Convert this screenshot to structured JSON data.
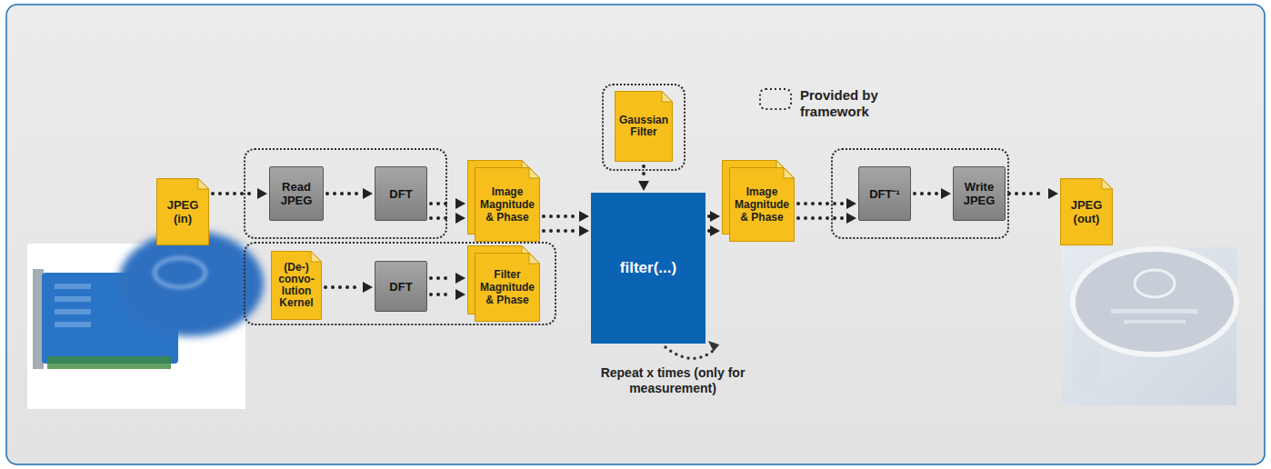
{
  "diagram": {
    "nodes": [
      {
        "text": [
          "JPEG (in)"
        ]
      },
      {
        "text": []
      },
      {
        "text": [
          "Read JPEG"
        ],
        "in": 1
      },
      {
        "text": [
          "DFT"
        ],
        "in": 1
      },
      {
        "text": [
          "Image Magnitude & Phase"
        ]
      },
      {
        "text": []
      },
      {
        "text": [
          "(De-) convo- lution Kernel"
        ],
        "in": 5
      },
      {
        "text": [
          "DFT"
        ],
        "in": 5
      },
      {
        "text": [
          "Filter Magnitude & Phase"
        ],
        "in": 5
      },
      {
        "text": []
      },
      {
        "text": [
          "Gaussian Filter"
        ],
        "in": 9
      },
      {
        "text": [
          "filter(...)"
        ]
      },
      {
        "text": [
          "Image Magnitude & Phase"
        ]
      },
      {
        "text": []
      },
      {
        "text": [
          "DFT⁻¹"
        ],
        "in": 13
      },
      {
        "text": [
          "Write JPEG"
        ],
        "in": 13
      },
      {
        "text": [
          "JPEG (out)"
        ]
      }
    ],
    "edges": [
      {
        "from": 0,
        "to": 2,
        "arrow": "to"
      },
      {
        "from": 2,
        "to": 3,
        "arrow": "to"
      },
      {
        "from": 3,
        "to": 4,
        "arrow": "to"
      },
      {
        "from": 3,
        "to": 4,
        "arrow": "to"
      },
      {
        "from": 4,
        "to": 11,
        "arrow": "to"
      },
      {
        "from": 4,
        "to": 11,
        "arrow": "to"
      },
      {
        "from": 6,
        "to": 7,
        "arrow": "to"
      },
      {
        "from": 7,
        "to": 8,
        "arrow": "to"
      },
      {
        "from": 7,
        "to": 8,
        "arrow": "to"
      },
      {
        "from": 10,
        "to": 11,
        "arrow": "to"
      },
      {
        "from": 11,
        "to": 12,
        "arrow": "to"
      },
      {
        "from": 11,
        "to": 12,
        "arrow": "to"
      },
      {
        "from": 12,
        "to": 14,
        "arrow": "to"
      },
      {
        "from": 12,
        "to": 14,
        "arrow": "to"
      },
      {
        "from": 14,
        "to": 15,
        "arrow": "to"
      },
      {
        "from": 15,
        "to": 16,
        "arrow": "to"
      }
    ],
    "labels": [
      "Repeat x times (only for measurement)"
    ],
    "legend": [
      {
        "text": "Provided by framework"
      }
    ]
  }
}
